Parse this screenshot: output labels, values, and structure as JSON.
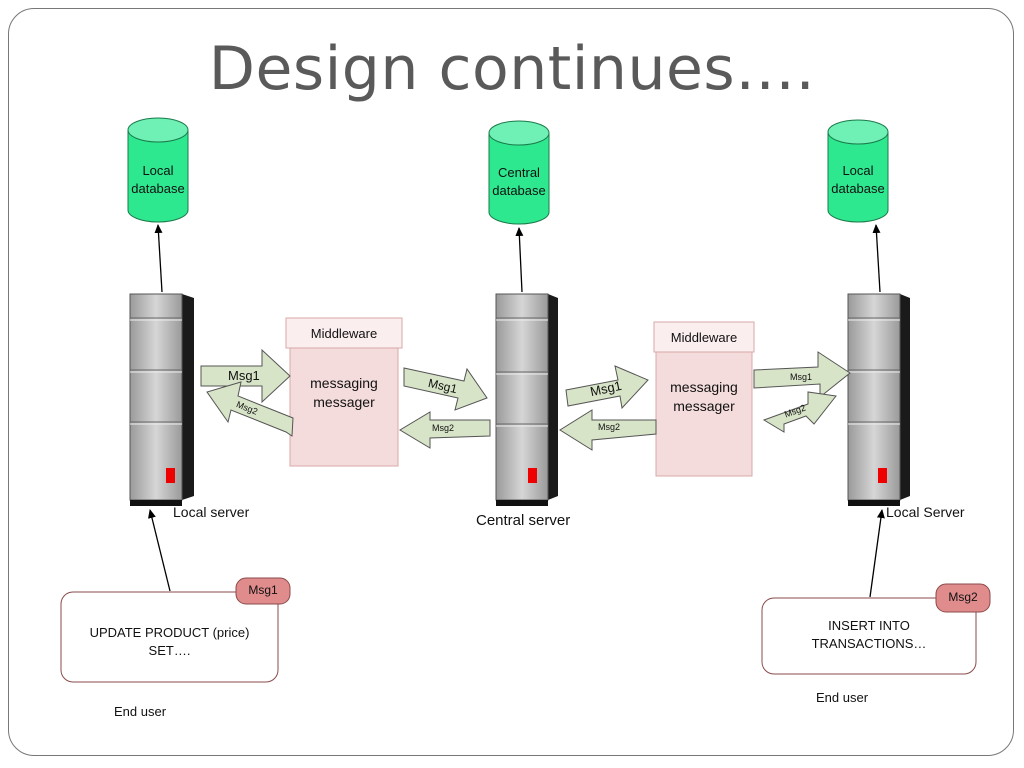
{
  "title": "Design continues….",
  "databases": [
    {
      "line1": "Local",
      "line2": "database"
    },
    {
      "line1": "Central",
      "line2": "database"
    },
    {
      "line1": "Local",
      "line2": "database"
    }
  ],
  "servers": [
    {
      "label": "Local server"
    },
    {
      "label": "Central server"
    },
    {
      "label": "Local Server"
    }
  ],
  "middleware": [
    {
      "header": "Middleware",
      "line1": "messaging",
      "line2": "messager"
    },
    {
      "header": "Middleware",
      "line1": "messaging",
      "line2": "messager"
    }
  ],
  "arrows": {
    "a1_out": "Msg1",
    "a1_back": "Msg2",
    "a2_out": "Msg1",
    "a2_back": "Msg2",
    "a3_out": "Msg1",
    "a3_back": "Msg2",
    "a4_out": "Msg1",
    "a4_back": "Msg2"
  },
  "user_boxes": [
    {
      "tag": "Msg1",
      "line1": "UPDATE PRODUCT (price)",
      "line2": "SET….",
      "caption": "End user"
    },
    {
      "tag": "Msg2",
      "line1": "INSERT INTO",
      "line2": "TRANSACTIONS…",
      "caption": "End user"
    }
  ],
  "colors": {
    "db_fill": "#2ee88f",
    "db_top": "#6ff0b4",
    "server_gray": "#bdbdbd",
    "middleware_fill": "#f5dcdc",
    "arrow_fill": "#d8e4c8",
    "tag_fill": "#e08c8c",
    "indicator_red": "#ee0000"
  }
}
